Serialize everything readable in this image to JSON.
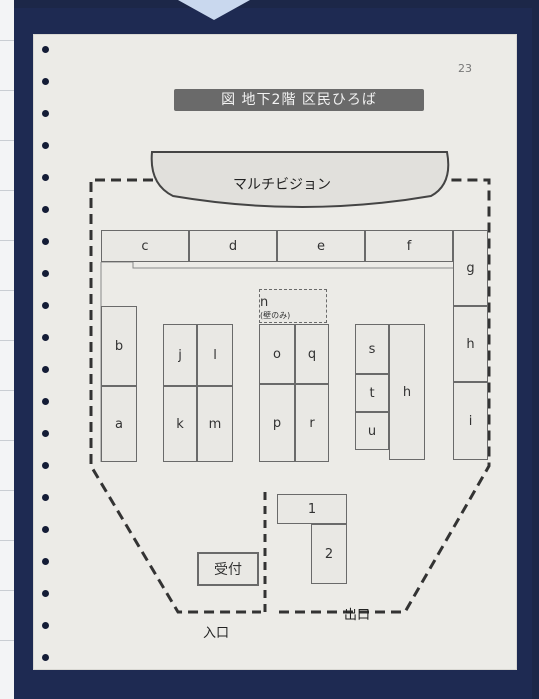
{
  "page": {
    "number": "23",
    "title": "図 地下2階 区民ひろば"
  },
  "vision": {
    "label": "マルチビジョン"
  },
  "booths_top": [
    "c",
    "d",
    "e",
    "f",
    "g"
  ],
  "booths": {
    "a": "a",
    "b": "b",
    "h": "h",
    "i": "i",
    "j": "j",
    "l": "l",
    "k": "k",
    "m": "m",
    "n": "n",
    "n_note": "(壁のみ)",
    "o": "o",
    "q": "q",
    "p": "p",
    "r": "r",
    "s": "s",
    "t": "t",
    "u": "u",
    "hh": "h"
  },
  "center": {
    "one": "1",
    "two": "2"
  },
  "entrance": {
    "reception": "受付",
    "entrance_label": "入口",
    "exit_label": "出口"
  }
}
